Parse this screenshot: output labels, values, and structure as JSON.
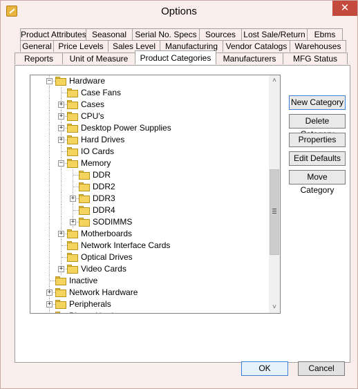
{
  "window": {
    "title": "Options",
    "close_glyph": "✕"
  },
  "tabs": {
    "row1": [
      "Product Attributes",
      "Seasonal",
      "Serial No. Specs",
      "Sources",
      "Lost Sale/Return",
      "Ebms"
    ],
    "row2": [
      "General",
      "Price Levels",
      "Sales Level",
      "Manufacturing",
      "Vendor Catalogs",
      "Warehouses"
    ],
    "row3": [
      "Reports",
      "Unit of Measure",
      "Product Categories",
      "Manufacturers",
      "MFG Status"
    ],
    "active": "Product Categories"
  },
  "tree": {
    "nodes": [
      {
        "label": "Hardware",
        "level": 1,
        "expander": "minus"
      },
      {
        "label": "Case Fans",
        "level": 2,
        "expander": ""
      },
      {
        "label": "Cases",
        "level": 2,
        "expander": "plus"
      },
      {
        "label": "CPU's",
        "level": 2,
        "expander": "plus"
      },
      {
        "label": "Desktop Power Supplies",
        "level": 2,
        "expander": "plus"
      },
      {
        "label": "Hard Drives",
        "level": 2,
        "expander": "plus"
      },
      {
        "label": "IO Cards",
        "level": 2,
        "expander": ""
      },
      {
        "label": "Memory",
        "level": 2,
        "expander": "minus"
      },
      {
        "label": "DDR",
        "level": 3,
        "expander": ""
      },
      {
        "label": "DDR2",
        "level": 3,
        "expander": ""
      },
      {
        "label": "DDR3",
        "level": 3,
        "expander": "plus"
      },
      {
        "label": "DDR4",
        "level": 3,
        "expander": ""
      },
      {
        "label": "SODIMMS",
        "level": 3,
        "expander": "plus"
      },
      {
        "label": "Motherboards",
        "level": 2,
        "expander": "plus"
      },
      {
        "label": "Network Interface Cards",
        "level": 2,
        "expander": ""
      },
      {
        "label": "Optical Drives",
        "level": 2,
        "expander": ""
      },
      {
        "label": "Video Cards",
        "level": 2,
        "expander": "plus"
      },
      {
        "label": "Inactive",
        "level": 1,
        "expander": ""
      },
      {
        "label": "Network Hardware",
        "level": 1,
        "expander": "plus"
      },
      {
        "label": "Peripherals",
        "level": 1,
        "expander": "plus"
      },
      {
        "label": "Phone Hardware",
        "level": 1,
        "expander": "plus"
      }
    ],
    "scroll_up_glyph": "˄",
    "scroll_down_glyph": "˅"
  },
  "actions": {
    "new_category": "New Category",
    "delete_category": "Delete Category",
    "properties": "Properties",
    "edit_defaults": "Edit Defaults",
    "move_category": "Move Category"
  },
  "dialog": {
    "ok": "OK",
    "cancel": "Cancel"
  },
  "colors": {
    "accent": "#3c7fd6",
    "close_red": "#c54a3e",
    "folder": "#f4d35e",
    "window_bg": "#f9eeec"
  }
}
